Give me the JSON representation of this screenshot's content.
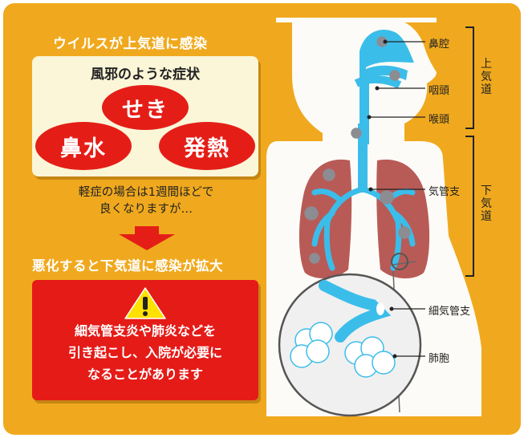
{
  "header": {
    "title": "ウイルスが上気道に感染"
  },
  "symptoms": {
    "title": "風邪のような症状",
    "items": [
      {
        "label": "せき"
      },
      {
        "label": "鼻水"
      },
      {
        "label": "発熱"
      }
    ]
  },
  "mild_note": {
    "line1": "軽症の場合は1週間ほどで",
    "line2": "良くなりますが…"
  },
  "worsen": {
    "title": "悪化すると下気道に感染が拡大"
  },
  "warning": {
    "line1": "細気管支炎や肺炎などを",
    "line2": "引き起こし、入院が必要に",
    "line3": "なることがあります"
  },
  "anatomy": {
    "labels": {
      "nasal_cavity": "鼻腔",
      "pharynx": "咽頭",
      "larynx": "喉頭",
      "bronchi": "気管支",
      "bronchiole": "細気管支",
      "alveoli": "肺胞"
    },
    "upper_airway": "上気道",
    "lower_airway": "下気道"
  },
  "colors": {
    "background": "#f0a91e",
    "accent_red": "#e41e17",
    "airway_blue": "#3bbdea",
    "lung": "#b85b57",
    "body_silhouette": "#fdfbf7"
  }
}
